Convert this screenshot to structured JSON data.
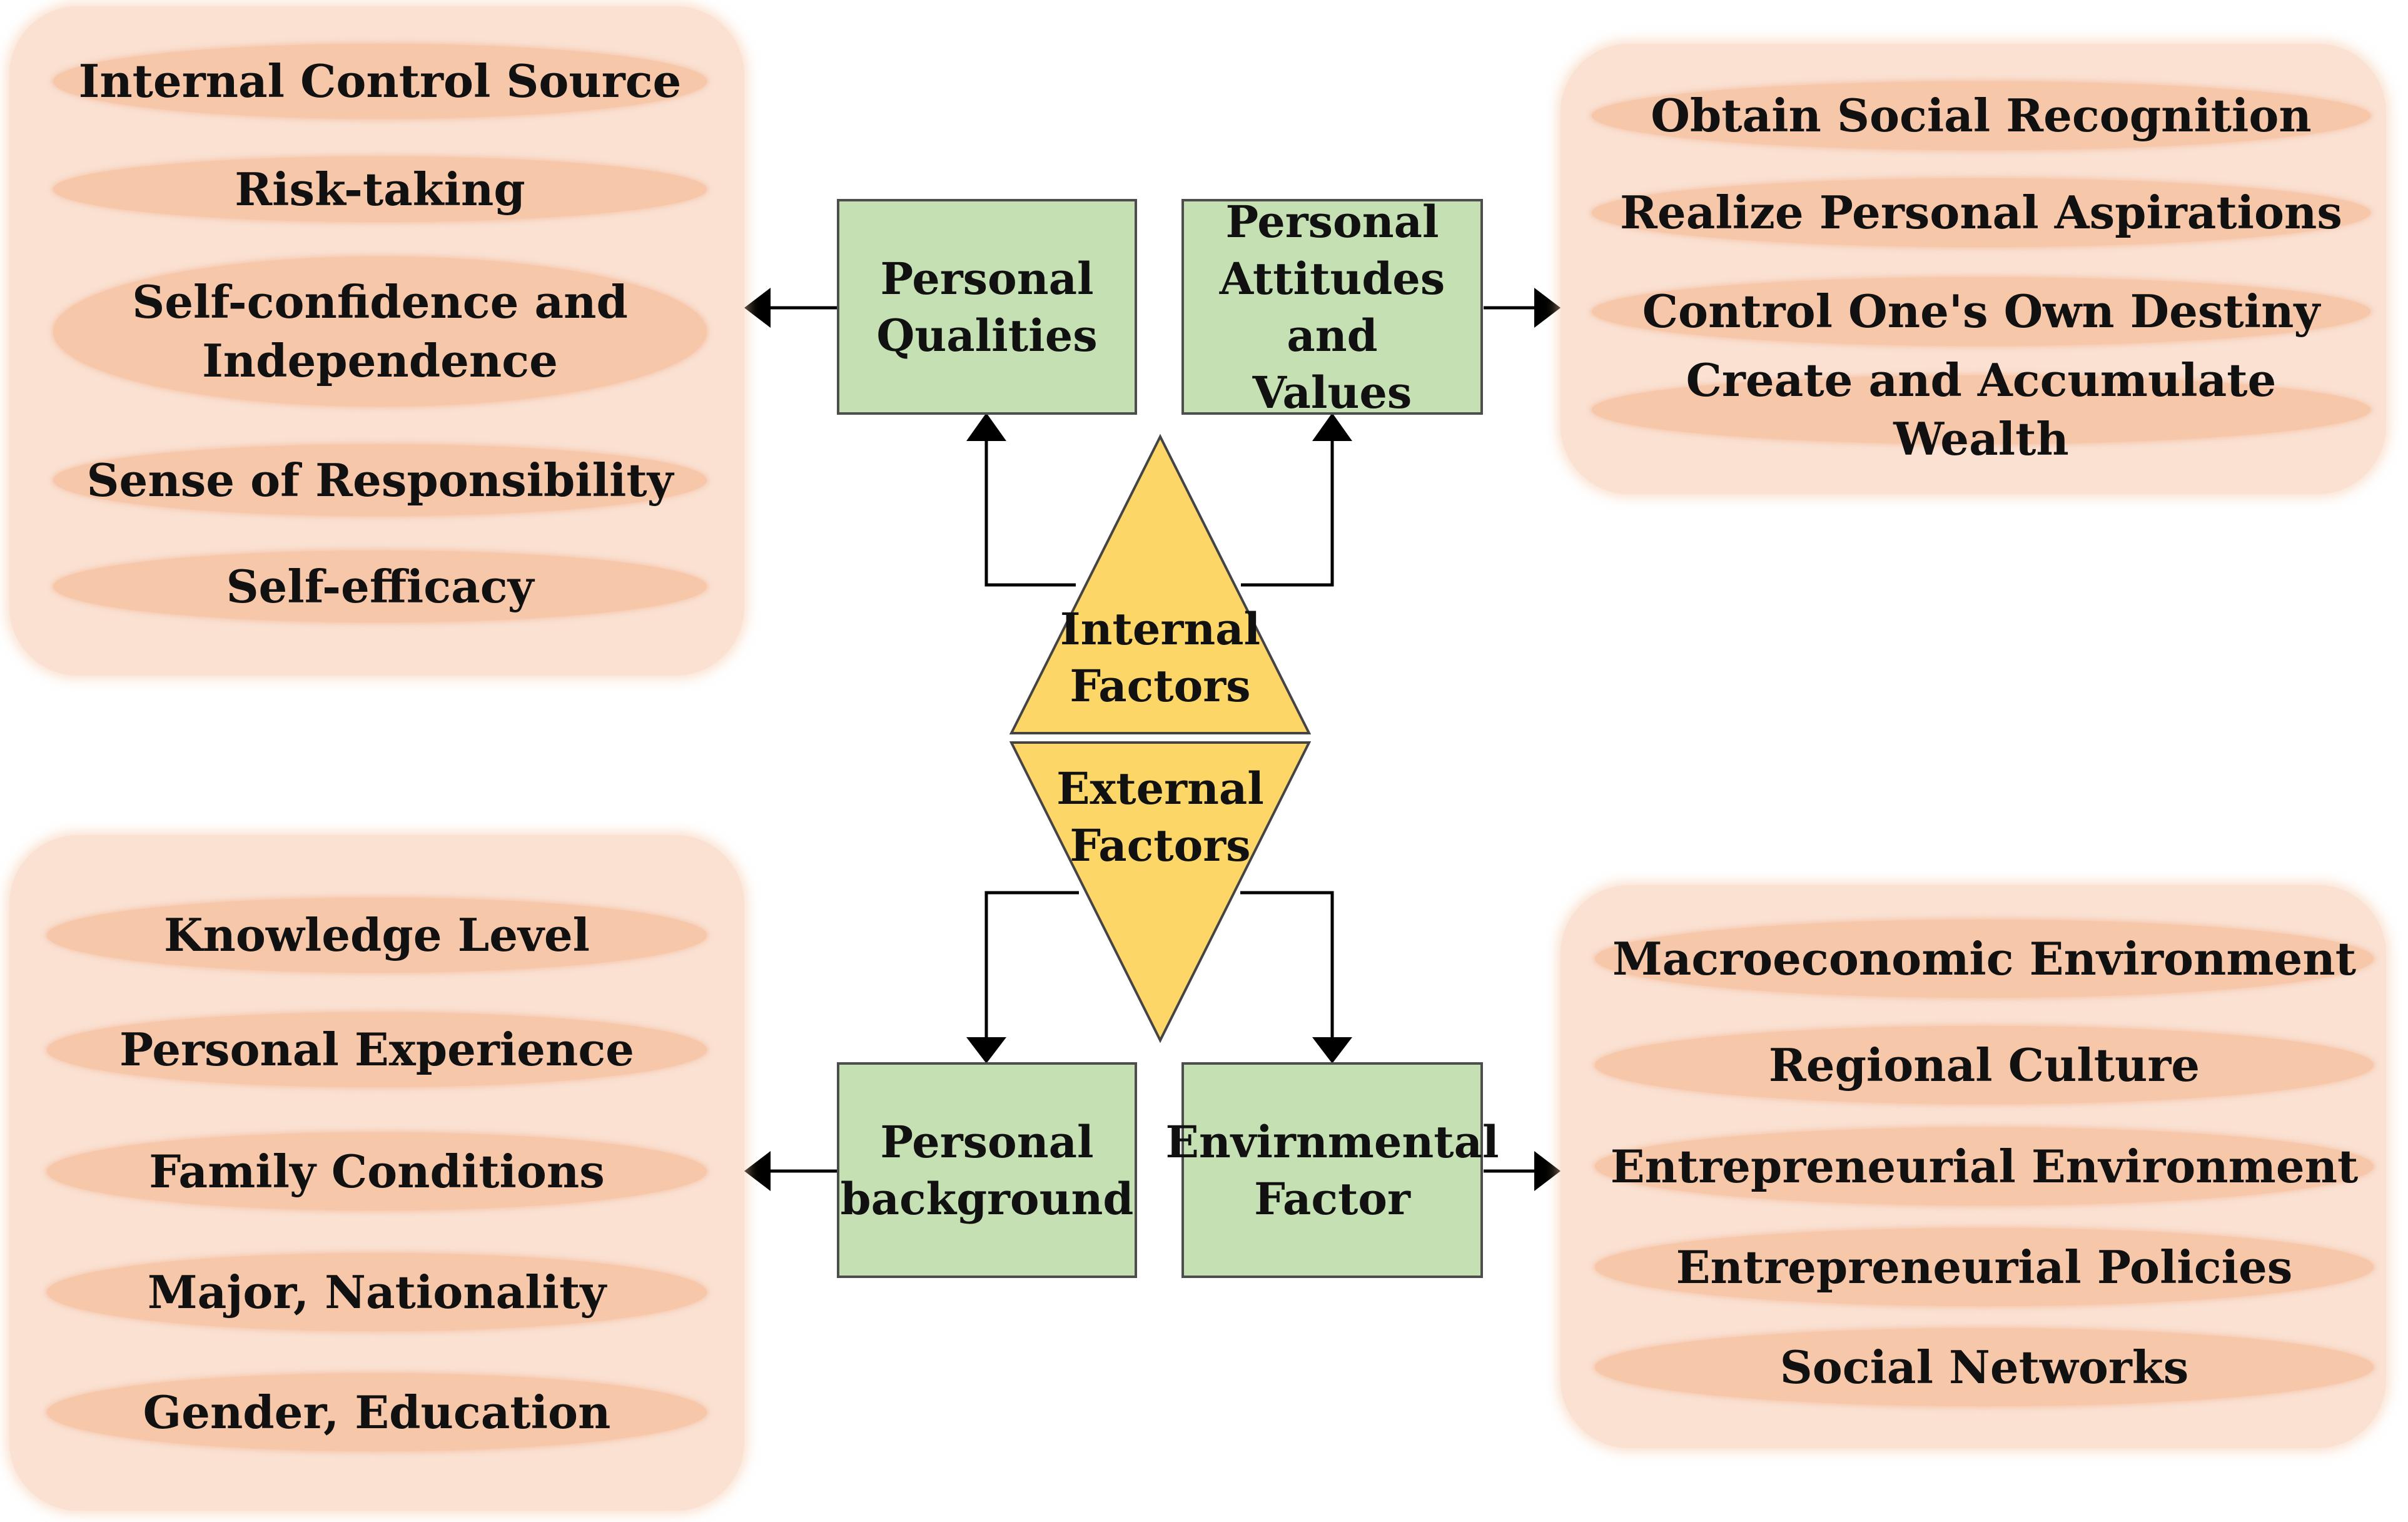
{
  "center": {
    "internal_label": "Internal\nFactors",
    "external_label": "External\nFactors"
  },
  "boxes": {
    "personal_qualities": "Personal\nQualities",
    "personal_attitudes": "Personal\nAttitudes and\nValues",
    "personal_background": "Personal\nbackground",
    "environmental_factor": "Envirnmental\nFactor"
  },
  "panels": {
    "qualities": [
      "Internal Control Source",
      "Risk-taking",
      "Self-confidence and\nIndependence",
      "Sense of Responsibility",
      "Self-efficacy"
    ],
    "attitudes": [
      "Obtain Social Recognition",
      "Realize Personal Aspirations",
      "Control One's Own Destiny",
      "Create and Accumulate Wealth"
    ],
    "background": [
      "Knowledge Level",
      "Personal Experience",
      "Family Conditions",
      "Major, Nationality",
      "Gender, Education"
    ],
    "environment": [
      "Macroeconomic Environment",
      "Regional Culture",
      "Entrepreneurial Environment",
      "Entrepreneurial Policies",
      "Social Networks"
    ]
  },
  "colors": {
    "panel": "#fae1d2",
    "ellipse": "#f6c7a9",
    "box": "#c5e0b3",
    "triangle": "#fcd667"
  }
}
